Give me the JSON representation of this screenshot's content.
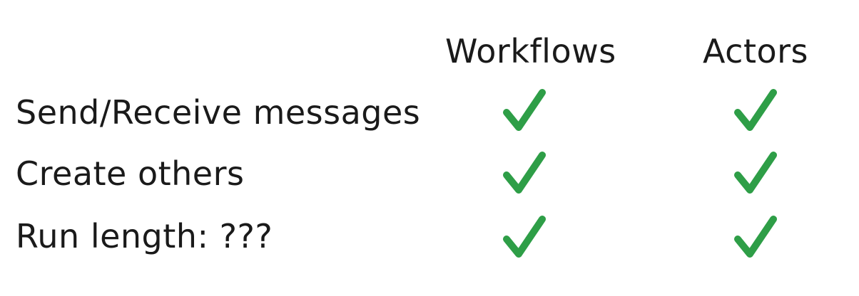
{
  "columns": [
    "Workflows",
    "Actors"
  ],
  "rows": [
    {
      "label": "Send/Receive messages",
      "workflows": "check",
      "actors": "check"
    },
    {
      "label": "Create others",
      "workflows": "check",
      "actors": "check"
    },
    {
      "label": "Run length: ???",
      "workflows": "check",
      "actors": "check"
    }
  ],
  "icons": {
    "check": "check-mark-icon"
  },
  "colors": {
    "check": "#2e9e47",
    "text": "#1a1a1a",
    "background": "#ffffff"
  }
}
